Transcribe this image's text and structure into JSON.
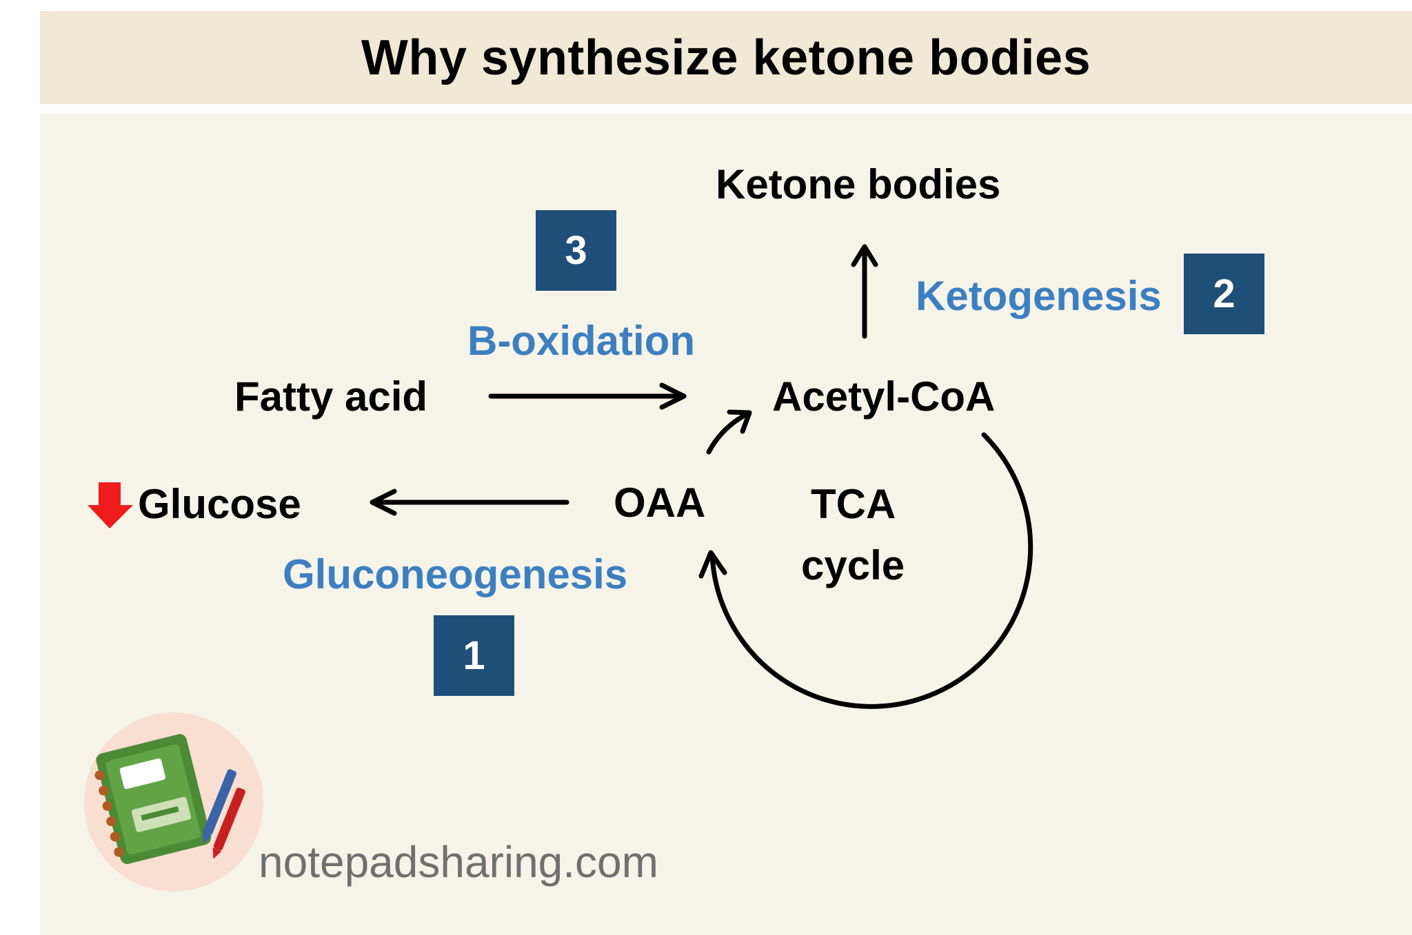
{
  "title": "Why synthesize ketone bodies",
  "nodes": {
    "ketone_bodies": "Ketone bodies",
    "fatty_acid": "Fatty acid",
    "acetyl_coa": "Acetyl-CoA",
    "oaa": "OAA",
    "glucose": "Glucose",
    "tca_line1": "TCA",
    "tca_line2": "cycle"
  },
  "processes": {
    "b_oxidation": "B-oxidation",
    "ketogenesis": "Ketogenesis",
    "gluconeogenesis": "Gluconeogenesis"
  },
  "badges": {
    "gluconeogenesis": "1",
    "ketogenesis": "2",
    "b_oxidation": "3"
  },
  "watermark": "notepadsharing.com",
  "colors": {
    "title_bg": "#efe9d5",
    "content_bg": "#f6f3e9",
    "process_text": "#3c7fc0",
    "badge_bg": "#1f4e79",
    "decrease_arrow": "#ee1c1c"
  }
}
